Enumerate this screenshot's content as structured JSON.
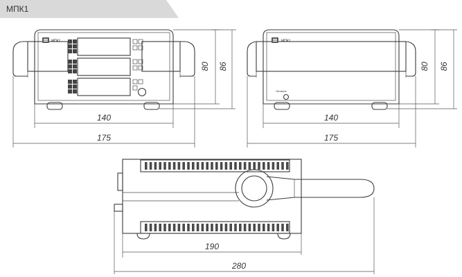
{
  "header": {
    "title": "МПК1"
  },
  "front_view": {
    "device_label": "МПК1",
    "dims": {
      "inner_width": "140",
      "outer_width": "175",
      "body_height": "80",
      "total_height": "86"
    }
  },
  "rear_view": {
    "device_label": "МПК1",
    "connector_label": "Питание",
    "dims": {
      "inner_width": "140",
      "outer_width": "175",
      "body_height": "80",
      "total_height": "86"
    }
  },
  "top_view": {
    "dims": {
      "body_length": "190",
      "total_length": "280"
    }
  },
  "colors": {
    "header_bg": "#d9d9d9",
    "line": "#3a3a3a"
  }
}
